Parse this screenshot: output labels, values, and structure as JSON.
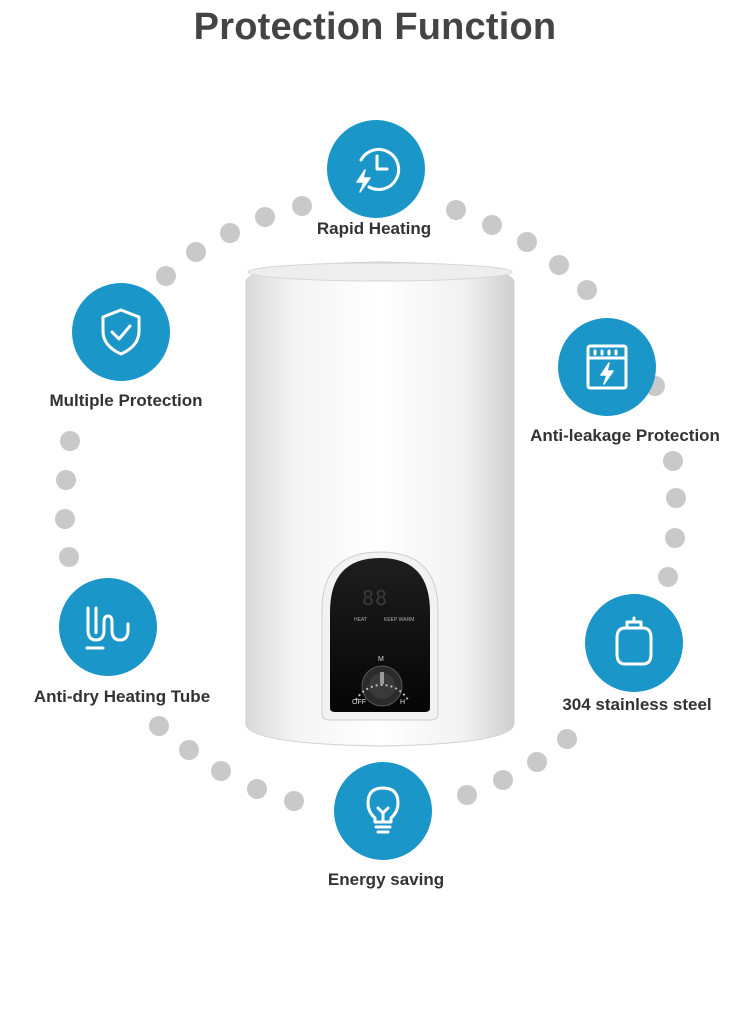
{
  "title": "Protection Function",
  "accent_color": "#1b96c8",
  "features": [
    {
      "label": "Rapid Heating",
      "icon": "clock-bolt-icon"
    },
    {
      "label": "Multiple Protection",
      "icon": "shield-check-icon"
    },
    {
      "label": "Anti-leakage Protection",
      "icon": "electric-box-icon"
    },
    {
      "label": "Anti-dry Heating Tube",
      "icon": "heating-tube-icon"
    },
    {
      "label": "304 stainless steel",
      "icon": "tank-icon"
    },
    {
      "label": "Energy saving",
      "icon": "lightbulb-icon"
    }
  ],
  "heater": {
    "display": "88",
    "left_label": "HEAT",
    "right_label": "KEEP WARM",
    "dial_off": "OFF",
    "dial_mid": "M",
    "dial_high": "H"
  }
}
